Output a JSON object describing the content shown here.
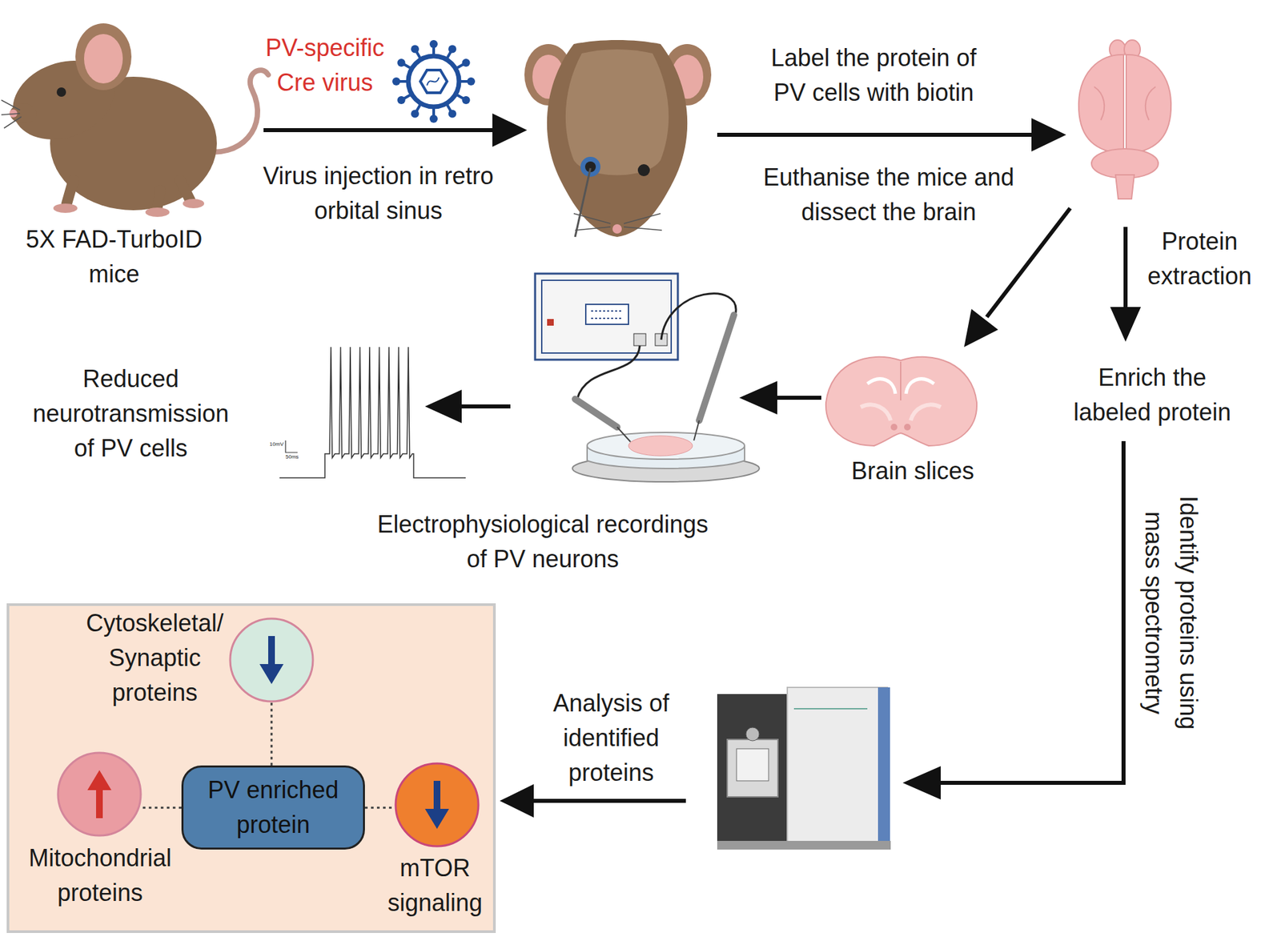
{
  "diagram": {
    "nodes": [
      {
        "text": [
          "Cytoskeletal/ Synaptic proteins"
        ]
      },
      {
        "text": [
          "Mitochondrial proteins"
        ]
      },
      {
        "text": [
          "PV enriched protein"
        ]
      },
      {
        "text": [
          "mTOR signaling"
        ]
      }
    ],
    "edges": [
      {
        "from": 2,
        "to": 0,
        "arrow": "none"
      },
      {
        "from": 2,
        "to": 1,
        "arrow": "none"
      },
      {
        "from": 2,
        "to": 3,
        "arrow": "none"
      }
    ],
    "labels": [
      "PV-specific Cre virus",
      "Virus injection in retro orbital sinus",
      "Label the protein of PV cells with biotin",
      "Euthanise the mice and dissect the brain",
      "5X FAD-TurboID mice",
      "Protein extraction",
      "Reduced neurotransmission of PV cells",
      "10mV",
      "50ms",
      "Enrich the labeled protein",
      "Brain slices",
      "Electrophysiological recordings of PV neurons",
      "Identify proteins using mass spectrometry",
      "Analysis of identified proteins"
    ]
  }
}
